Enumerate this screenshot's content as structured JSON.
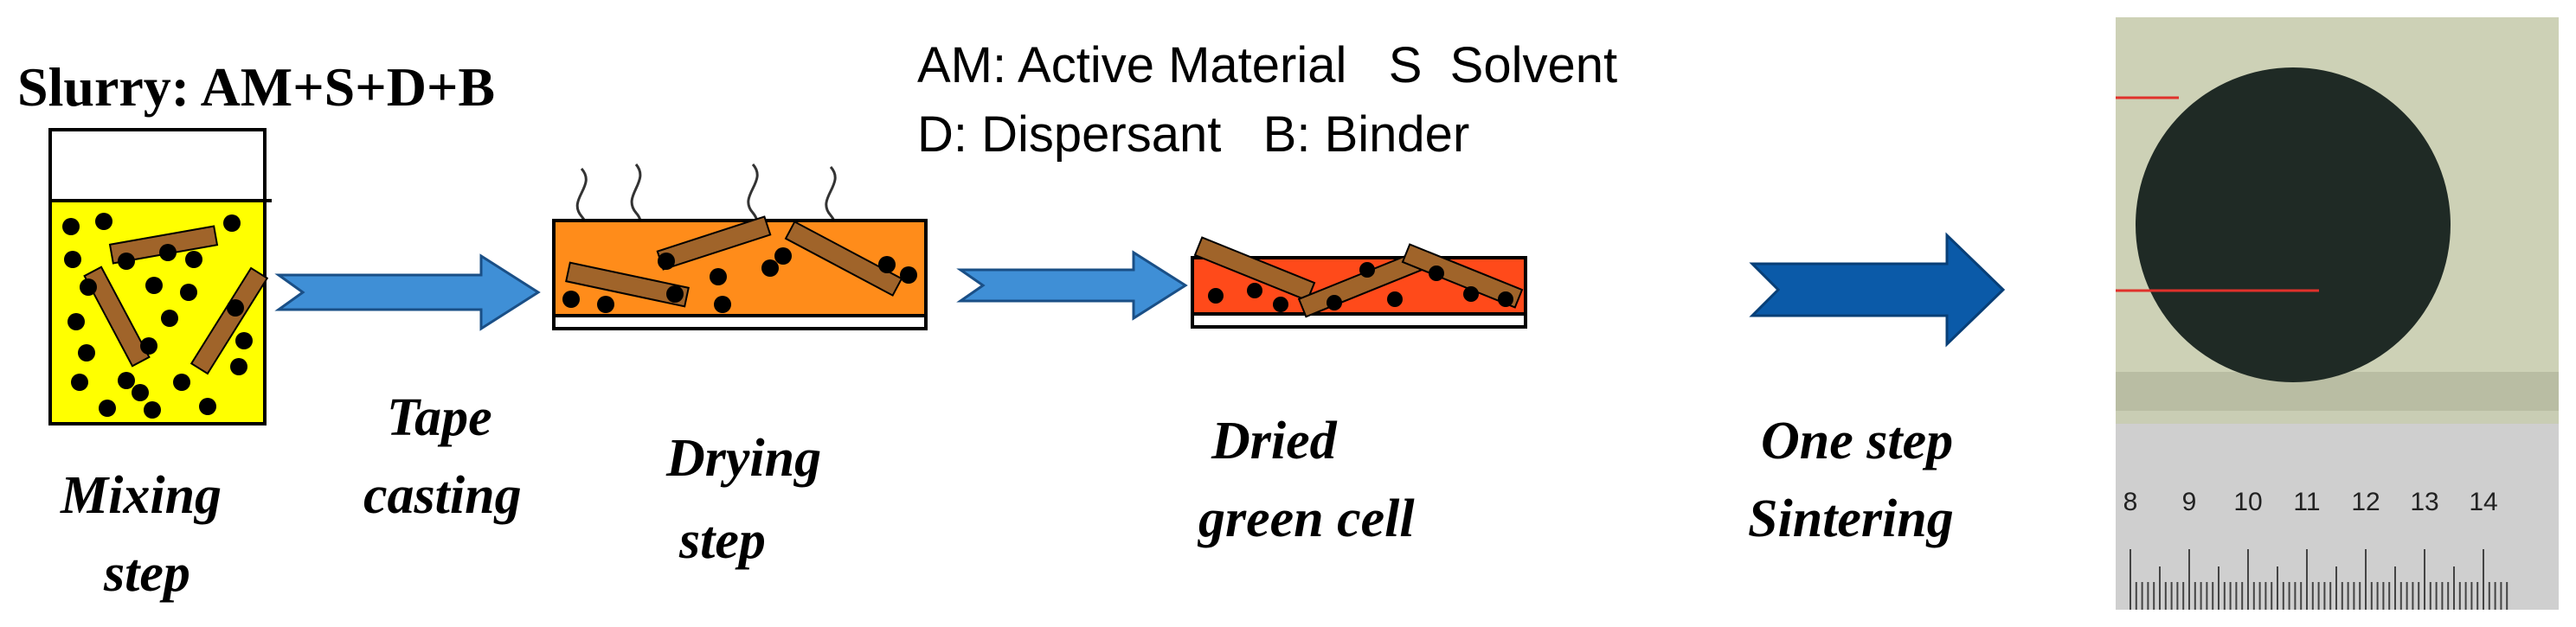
{
  "header": {
    "slurry_formula": "Slurry: AM+S+D+B",
    "legend_line1": "AM: Active Material   S  Solvent",
    "legend_line2": "D: Dispersant   B: Binder"
  },
  "steps": {
    "mixing": {
      "line1": "Mixing",
      "line2": "step"
    },
    "tape_casting": {
      "line1": "Tape",
      "line2": "casting"
    },
    "drying": {
      "line1": "Drying",
      "line2": "step"
    },
    "dried": {
      "line1": "Dried",
      "line2": "green cell"
    },
    "sintering": {
      "line1": "One step",
      "line2": "Sintering"
    }
  },
  "ruler": {
    "ticks": [
      "8",
      "9",
      "10",
      "11",
      "12",
      "13",
      "14"
    ]
  },
  "colors": {
    "slurry_fill": "#ffff00",
    "tape_fill": "#ff8c1a",
    "dried_fill": "#ff4a1a",
    "rod": "#a0642a",
    "arrow_small": "#3f8fd6",
    "arrow_large": "#0b5aa8",
    "photo_bg": "#c9cdb4",
    "disk": "#1f2a25",
    "ruler_bg": "#cfcfcf",
    "marker_line": "#e0312b"
  }
}
